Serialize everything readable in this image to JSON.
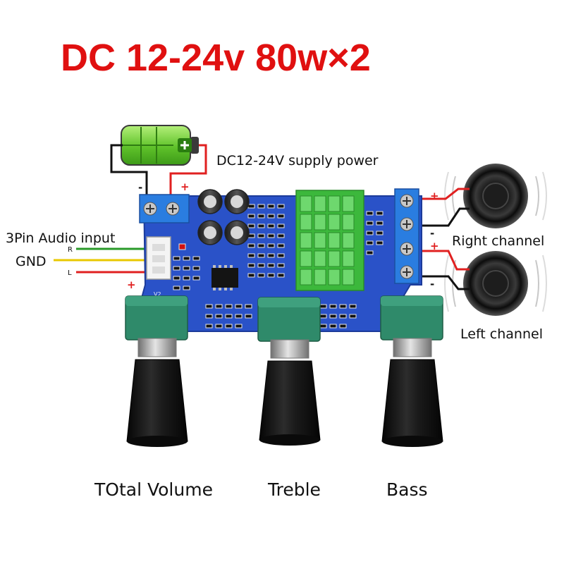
{
  "title": "DC 12-24v 80w×2",
  "power": {
    "label": "DC12-24V supply power",
    "negative_sign": "-",
    "positive_sign": "+"
  },
  "audio_input": {
    "label": "3Pin Audio input",
    "gnd_label": "GND",
    "pin_r": "R",
    "pin_l": "L",
    "plus_sign": "+"
  },
  "outputs": {
    "right_channel": "Right channel",
    "left_channel": "Left channel",
    "plus_sign": "+",
    "minus_sign": "-"
  },
  "board": {
    "marking": "V2"
  },
  "knobs": {
    "volume": "TOtal Volume",
    "treble": "Treble",
    "bass": "Bass"
  },
  "colors": {
    "title": "#e01010",
    "wire_red": "#e02020",
    "wire_black": "#111111",
    "wire_green": "#2a9a2a",
    "wire_yellow": "#e8c800",
    "pcb": "#2a52c8",
    "heatsink": "#3cb83c",
    "terminal": "#2a7de0",
    "pot_body": "#2f8a6a"
  }
}
